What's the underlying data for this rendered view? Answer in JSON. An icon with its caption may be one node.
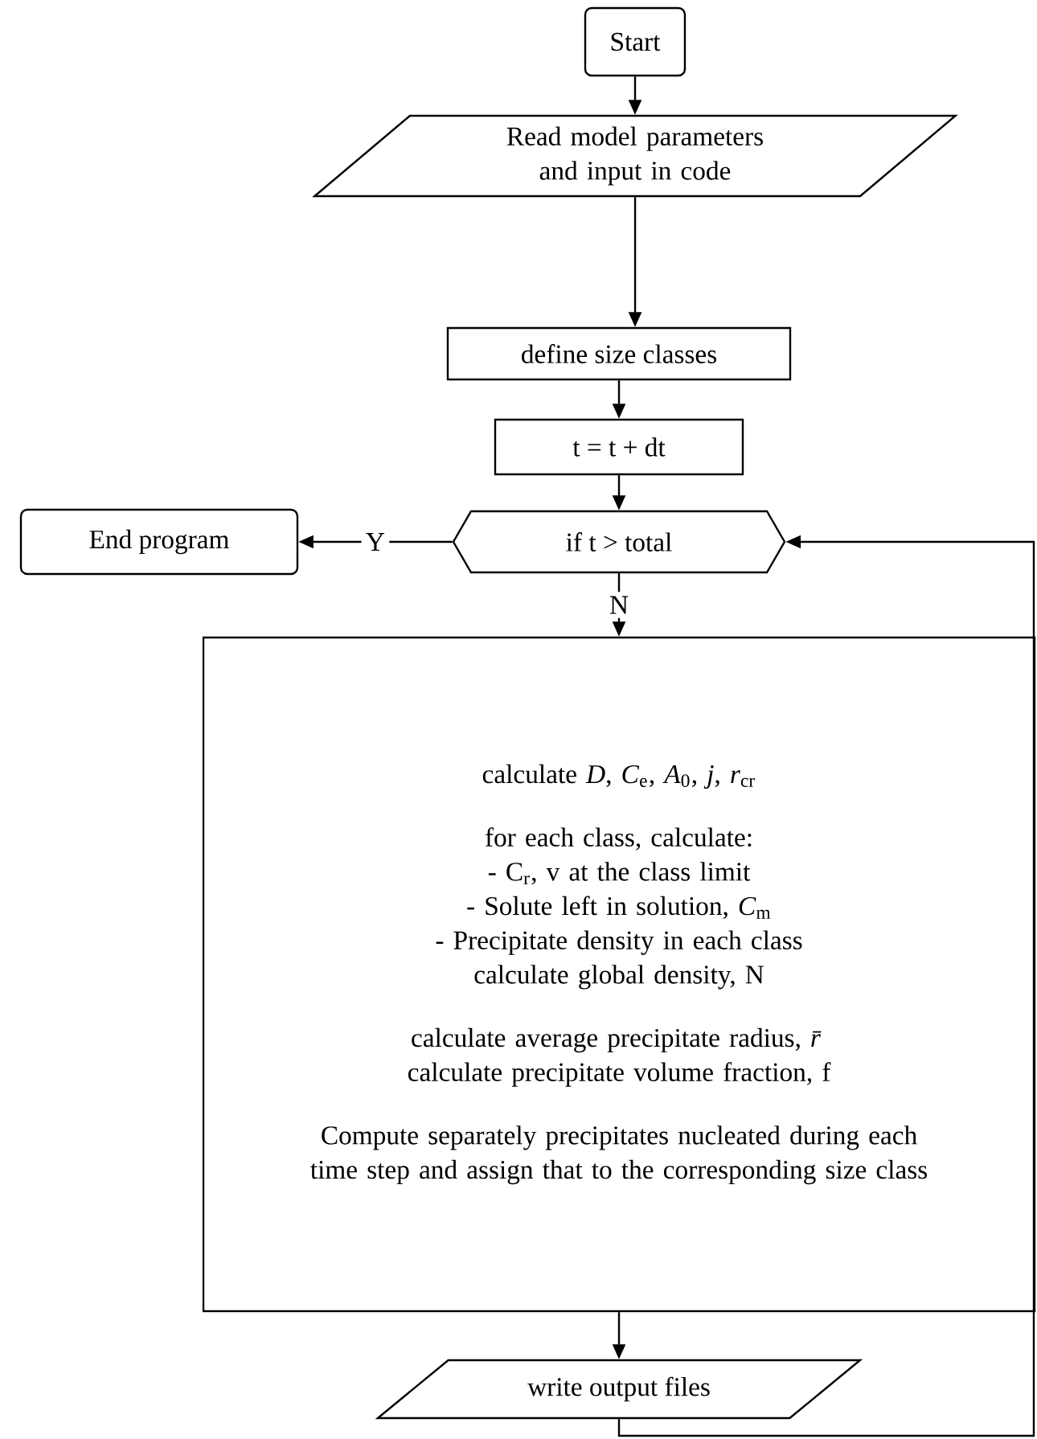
{
  "diagram": {
    "nodes": [
      {
        "text": [
          "Start"
        ]
      },
      {
        "text": [
          "Read model parameters and input in code"
        ]
      },
      {
        "text": [
          "define size classes"
        ]
      },
      {
        "text": [
          "t = t + dt"
        ]
      },
      {
        "text": [
          "if t > total"
        ]
      },
      {
        "text": [
          "End program"
        ]
      },
      {
        "text": [
          "calculate *D*, *C*$_{e}$, *A*$_{0}$, *j*, *r*$_{cr}$",
          "for each class, calculate:",
          "- C$_{r}$, v at the class limit",
          "- Solute left in solution, *C*$_{m}$",
          "- Precipitate density in each class",
          "calculate global density, N",
          "calculate average precipitate radius, *r̄*",
          "calculate precipitate volume fraction, f",
          "Compute separately precipitates nucleated during each time step and assign that to the corresponding size class"
        ]
      },
      {
        "text": [
          "write output files"
        ]
      }
    ],
    "edges": [
      {
        "from": 0,
        "to": 1,
        "arrow": "to"
      },
      {
        "from": 1,
        "to": 2,
        "arrow": "to"
      },
      {
        "from": 2,
        "to": 3,
        "arrow": "to"
      },
      {
        "from": 3,
        "to": 4,
        "arrow": "to"
      },
      {
        "from": 4,
        "to": 5,
        "arrow": "to",
        "label": "Y"
      },
      {
        "from": 4,
        "to": 6,
        "arrow": "to",
        "label": "N"
      },
      {
        "from": 6,
        "to": 7,
        "arrow": "to"
      },
      {
        "from": 7,
        "to": 4,
        "arrow": "to"
      }
    ]
  }
}
